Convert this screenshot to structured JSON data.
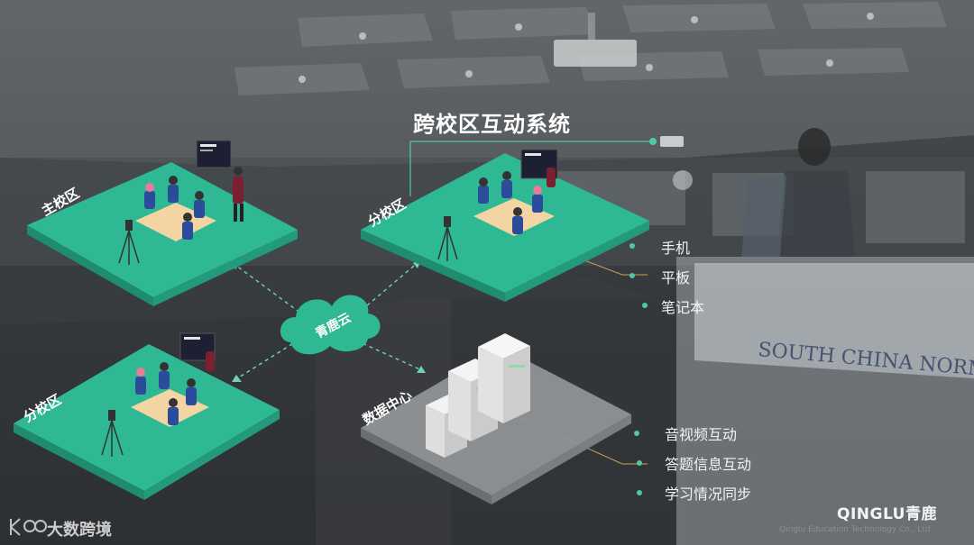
{
  "title": "跨校区互动系统",
  "zones": {
    "main": "主校区",
    "branch_top": "分校区",
    "branch_bottom": "分校区",
    "data_center": "数据中心",
    "cloud": "青鹿云"
  },
  "devices": [
    "手机",
    "平板",
    "笔记本"
  ],
  "interactions": [
    "音视频互动",
    "答题信息互动",
    "学习情况同步"
  ],
  "background_sign": "SOUTH CHINA NORM",
  "brand": {
    "name": "QINGLU青鹿",
    "company": "Qinglu Education Technology Co., Ltd."
  },
  "watermark": "大数跨境",
  "colors": {
    "platform_green": "#2fb894",
    "accent_dot": "#4fc9a5",
    "connector_gold": "#c8a055"
  }
}
